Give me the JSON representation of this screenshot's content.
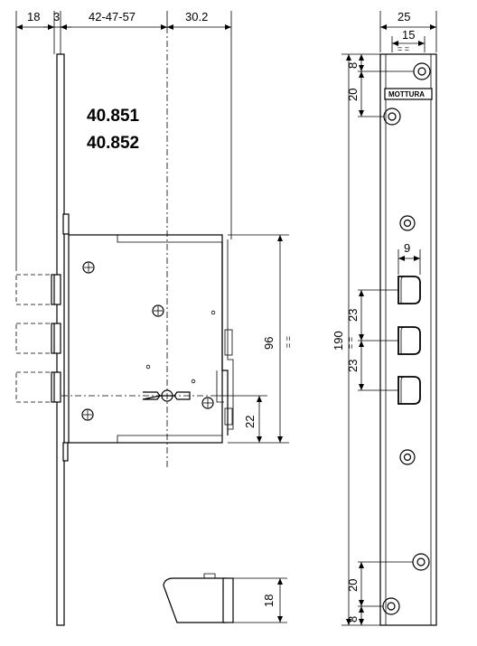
{
  "models": {
    "first": "40.851",
    "second": "40.852"
  },
  "brand": {
    "label": "MOTTURA"
  },
  "top_dims": {
    "d1": "18",
    "d2": "3",
    "d3": "42-47-57",
    "d4": "30.2"
  },
  "front_top_dims": {
    "width": "25",
    "inner": "15",
    "equal_mark": "= ="
  },
  "body_dims": {
    "height": "96",
    "height_equal": "= =",
    "offset": "22"
  },
  "bolt_dim": {
    "height": "18"
  },
  "faceplate_dims": {
    "total": "190",
    "total_equal": "= =",
    "top_gap": "8",
    "top_hole": "20",
    "bolt_width": "9",
    "bolt_pitch_1": "23",
    "bolt_pitch_2": "23",
    "bottom_hole": "20",
    "bottom_gap": "8"
  }
}
